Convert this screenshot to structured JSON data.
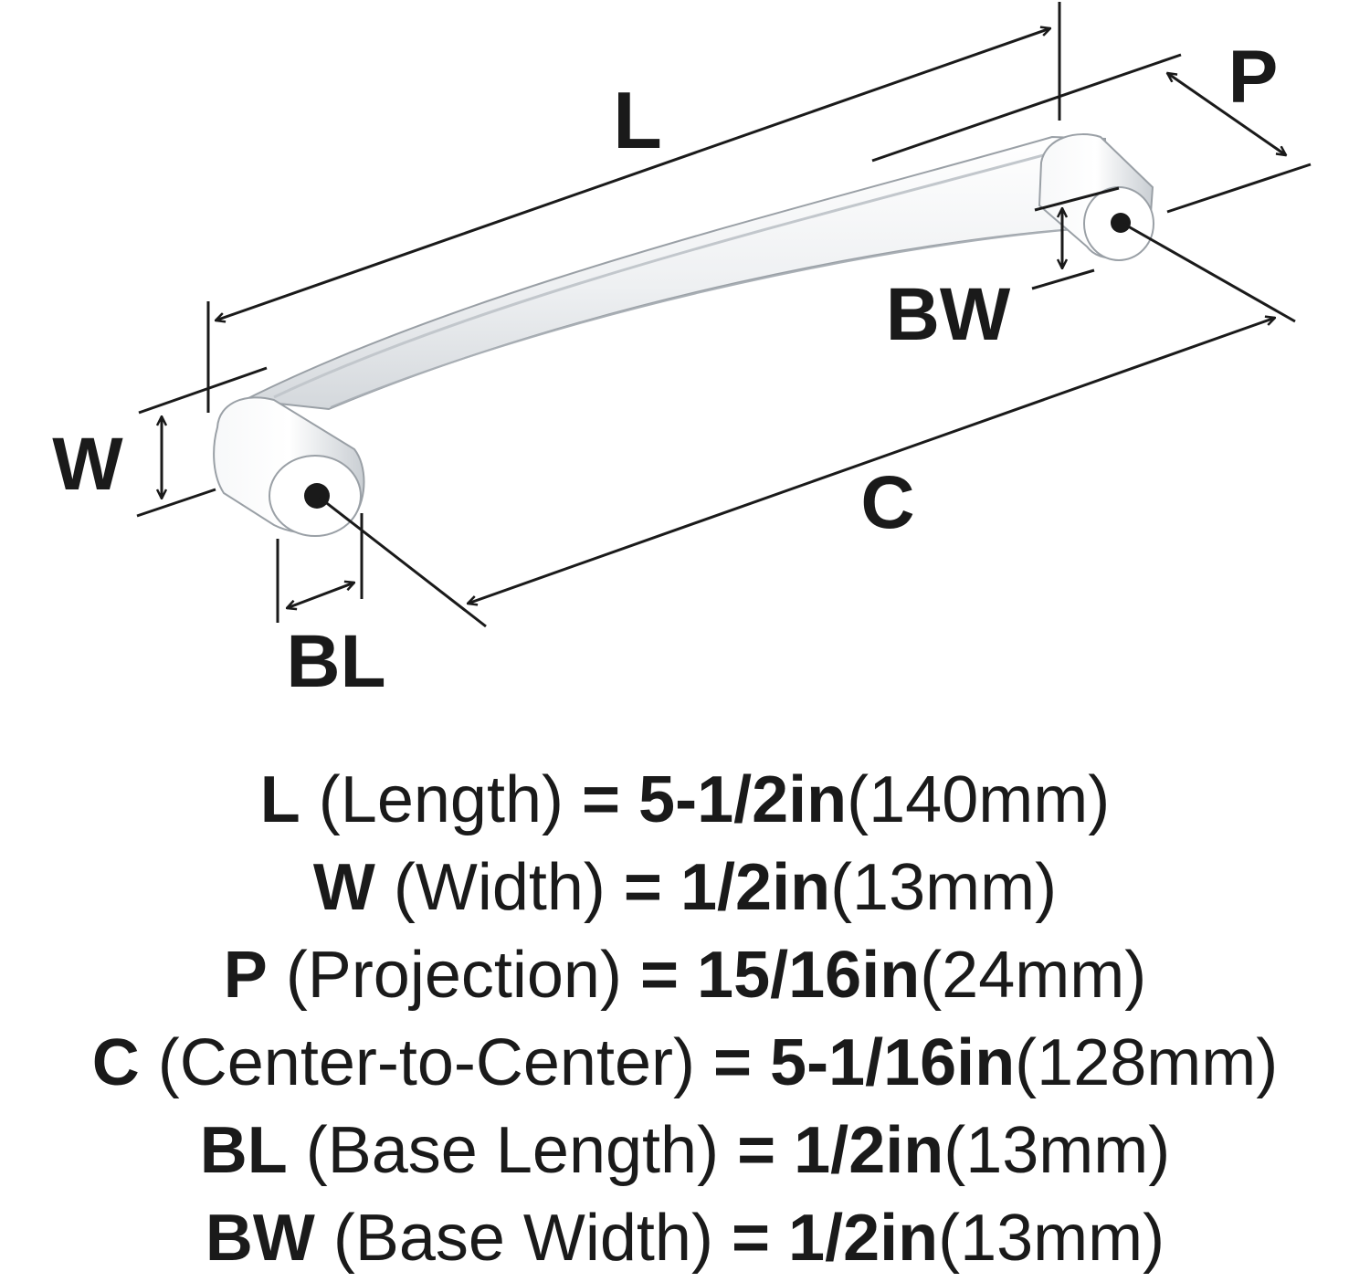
{
  "labels": {
    "L": "L",
    "W": "W",
    "P": "P",
    "C": "C",
    "BL": "BL",
    "BW": "BW"
  },
  "colors": {
    "ink": "#1a1a1a",
    "metal_light": "#ffffff",
    "metal_mid": "#e4e7ea",
    "metal_dark": "#9aa0a6"
  },
  "specs": [
    {
      "code": "L",
      "name": "(Length)",
      "eq": "=",
      "imperial": "5-1/2in",
      "metric": "(140mm)"
    },
    {
      "code": "W",
      "name": "(Width)",
      "eq": "=",
      "imperial": "1/2in",
      "metric": "(13mm)"
    },
    {
      "code": "P",
      "name": "(Projection)",
      "eq": "=",
      "imperial": "15/16in",
      "metric": "(24mm)"
    },
    {
      "code": "C",
      "name": "(Center-to-Center)",
      "eq": "=",
      "imperial": "5-1/16in",
      "metric": "(128mm)"
    },
    {
      "code": "BL",
      "name": "(Base Length)",
      "eq": "=",
      "imperial": "1/2in",
      "metric": "(13mm)"
    },
    {
      "code": "BW",
      "name": "(Base Width)",
      "eq": "=",
      "imperial": "1/2in",
      "metric": "(13mm)"
    }
  ]
}
